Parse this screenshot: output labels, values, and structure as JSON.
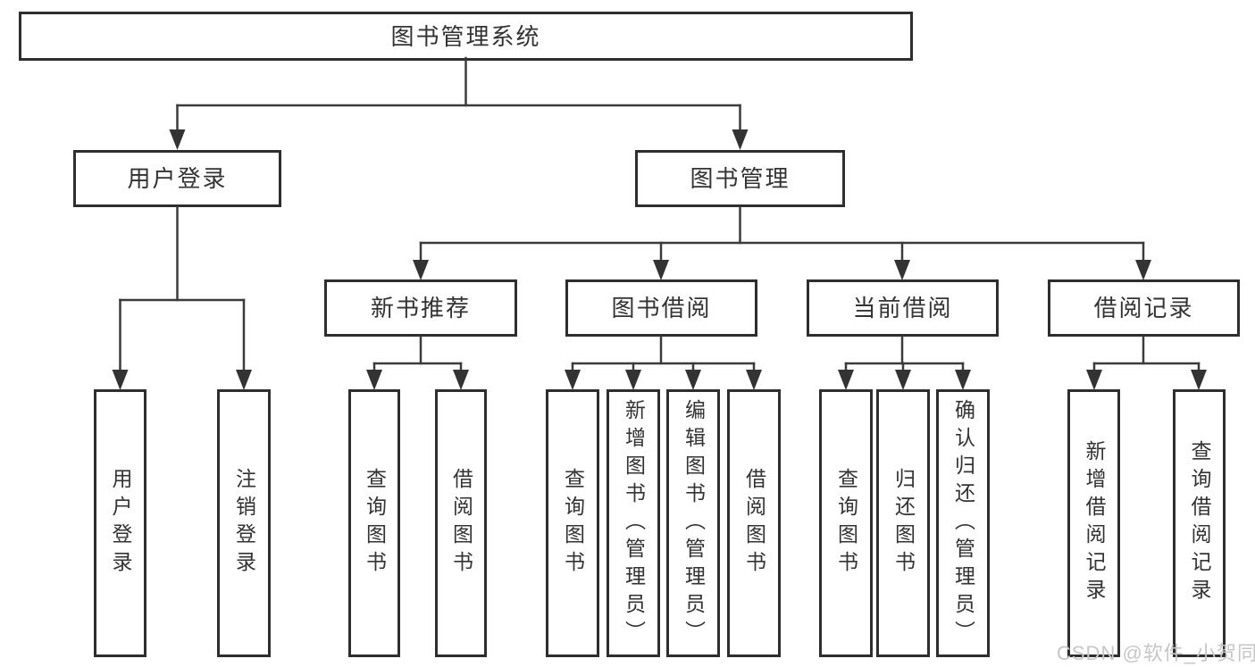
{
  "tree": {
    "root": "图书管理系统",
    "branches": [
      {
        "label": "用户登录",
        "leaves": [
          "用户登录",
          "注销登录"
        ]
      },
      {
        "label": "图书管理",
        "sections": [
          {
            "label": "新书推荐",
            "leaves": [
              "查询图书",
              "借阅图书"
            ]
          },
          {
            "label": "图书借阅",
            "leaves": [
              "查询图书",
              "新增图书（管理员）",
              "编辑图书（管理员）",
              "借阅图书"
            ]
          },
          {
            "label": "当前借阅",
            "leaves": [
              "查询图书",
              "归还图书",
              "确认归还（管理员）"
            ]
          },
          {
            "label": "借阅记录",
            "leaves": [
              "新增借阅记录",
              "查询借阅记录"
            ]
          }
        ]
      }
    ]
  },
  "watermark": "CSDN @软件_小贺同学",
  "colors": {
    "background": "#ffffff",
    "box_border": "#2e2e2e",
    "line": "#3b3b3b",
    "text": "#333333",
    "watermark": "#c6c6c6"
  }
}
